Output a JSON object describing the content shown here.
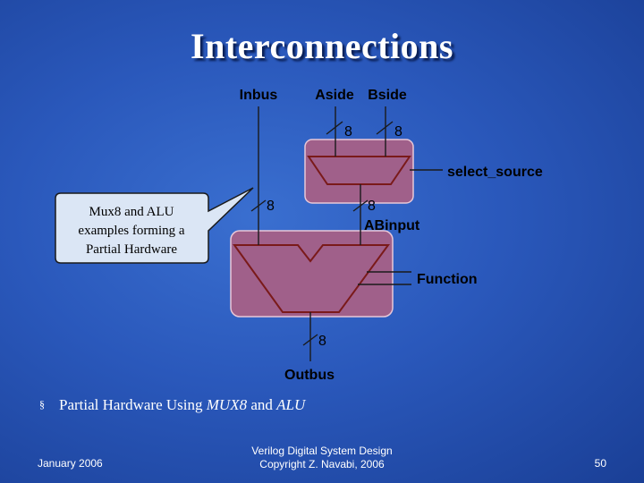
{
  "slide": {
    "title": "Interconnections",
    "bullet": {
      "prefix": "Partial Hardware Using ",
      "mux": "MUX8",
      "middle": " and ",
      "alu": "ALU"
    },
    "footer": {
      "date": "January 2006",
      "course": "Verilog Digital System Design",
      "copyright": "Copyright Z. Navabi, 2006",
      "page": "50"
    }
  },
  "diagram": {
    "signals": {
      "inbus": "Inbus",
      "aside": "Aside",
      "bside": "Bside",
      "select_source": "select_source",
      "abinput": "ABinput",
      "function": "Function",
      "outbus": "Outbus"
    },
    "bus_widths": {
      "aside": "8",
      "bside": "8",
      "inbus": "8",
      "abinput": "8",
      "outbus": "8"
    },
    "callout": {
      "line1": "Mux8 and ALU",
      "line2": "examples forming a",
      "line3": "Partial Hardware"
    },
    "colors": {
      "block_fill": "#a0608a",
      "block_stroke": "#7a1a1a",
      "callout_fill": "#dbe6f5"
    }
  }
}
